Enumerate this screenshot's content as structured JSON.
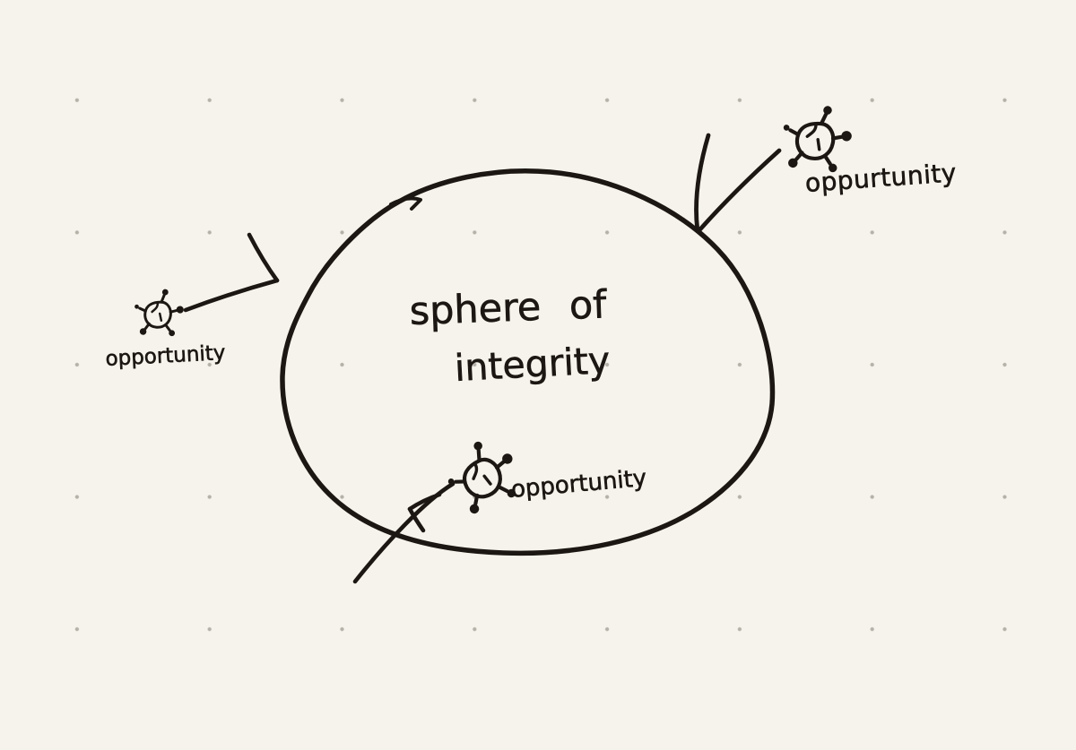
{
  "canvas": {
    "background_color": "#f6f3ec",
    "ink_color": "#1c1712",
    "dot_grid_color": "#8d8a80"
  },
  "sphere": {
    "title_line1": "sphere of",
    "title_line2": "integrity"
  },
  "annotations": [
    {
      "position": "left",
      "label": "opportunity",
      "icon": "mine-doodle-icon",
      "arrow": "chevron-arrow-pointing-right-at-sphere"
    },
    {
      "position": "top-right",
      "label": "oppurtunity",
      "icon": "mine-doodle-icon",
      "arrow": "v-arrow-pointing-down-at-sphere"
    },
    {
      "position": "bottom-center",
      "label": "opportunity",
      "icon": "mine-doodle-icon",
      "arrow": "diagonal-line-arrow-crossing-sphere-edge"
    }
  ]
}
